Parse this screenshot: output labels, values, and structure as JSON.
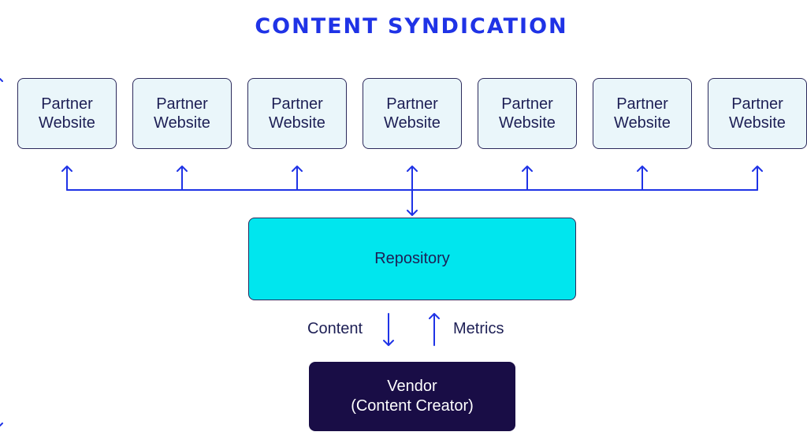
{
  "title": "CONTENT SYNDICATION",
  "partners": [
    {
      "label": "Partner\nWebsite"
    },
    {
      "label": "Partner\nWebsite"
    },
    {
      "label": "Partner\nWebsite"
    },
    {
      "label": "Partner\nWebsite"
    },
    {
      "label": "Partner\nWebsite"
    },
    {
      "label": "Partner\nWebsite"
    },
    {
      "label": "Partner\nWebsite"
    }
  ],
  "repository": {
    "label": "Repository"
  },
  "vendor": {
    "label": "Vendor\n(Content Creator)"
  },
  "flows": {
    "content_label": "Content",
    "metrics_label": "Metrics"
  },
  "colors": {
    "title": "#1f33e6",
    "connector": "#1f33e6",
    "partner_fill": "#eaf6fa",
    "box_border": "#2c2a5c",
    "repository_fill": "#00e6ee",
    "vendor_fill": "#190d46",
    "text_dark": "#1d1f55",
    "text_light": "#ffffff"
  }
}
